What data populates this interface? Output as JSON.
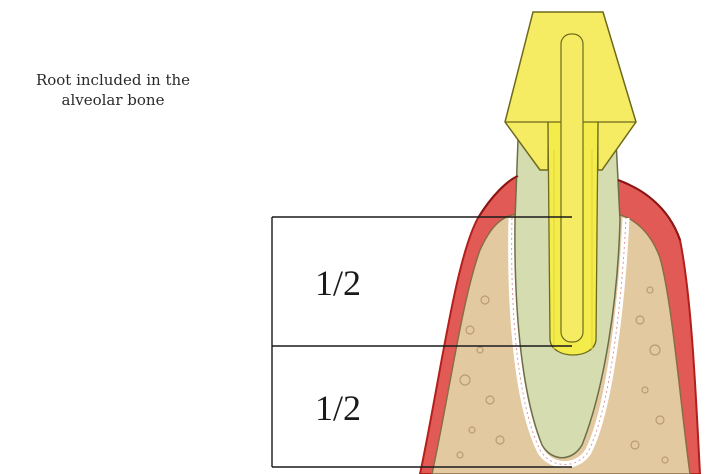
{
  "caption": {
    "line1": "Root included in the",
    "line2": "alveolar bone"
  },
  "segments": [
    {
      "label": "1/2"
    },
    {
      "label": "1/2"
    }
  ],
  "colors": {
    "gingiva": "#e15a55",
    "gingiva_edge": "#b3201c",
    "bone": "#e3c9a0",
    "root": "#d4dcb0",
    "post": "#f3ec4a",
    "crown": "#f5ec63",
    "ligament": "#ffffff"
  }
}
